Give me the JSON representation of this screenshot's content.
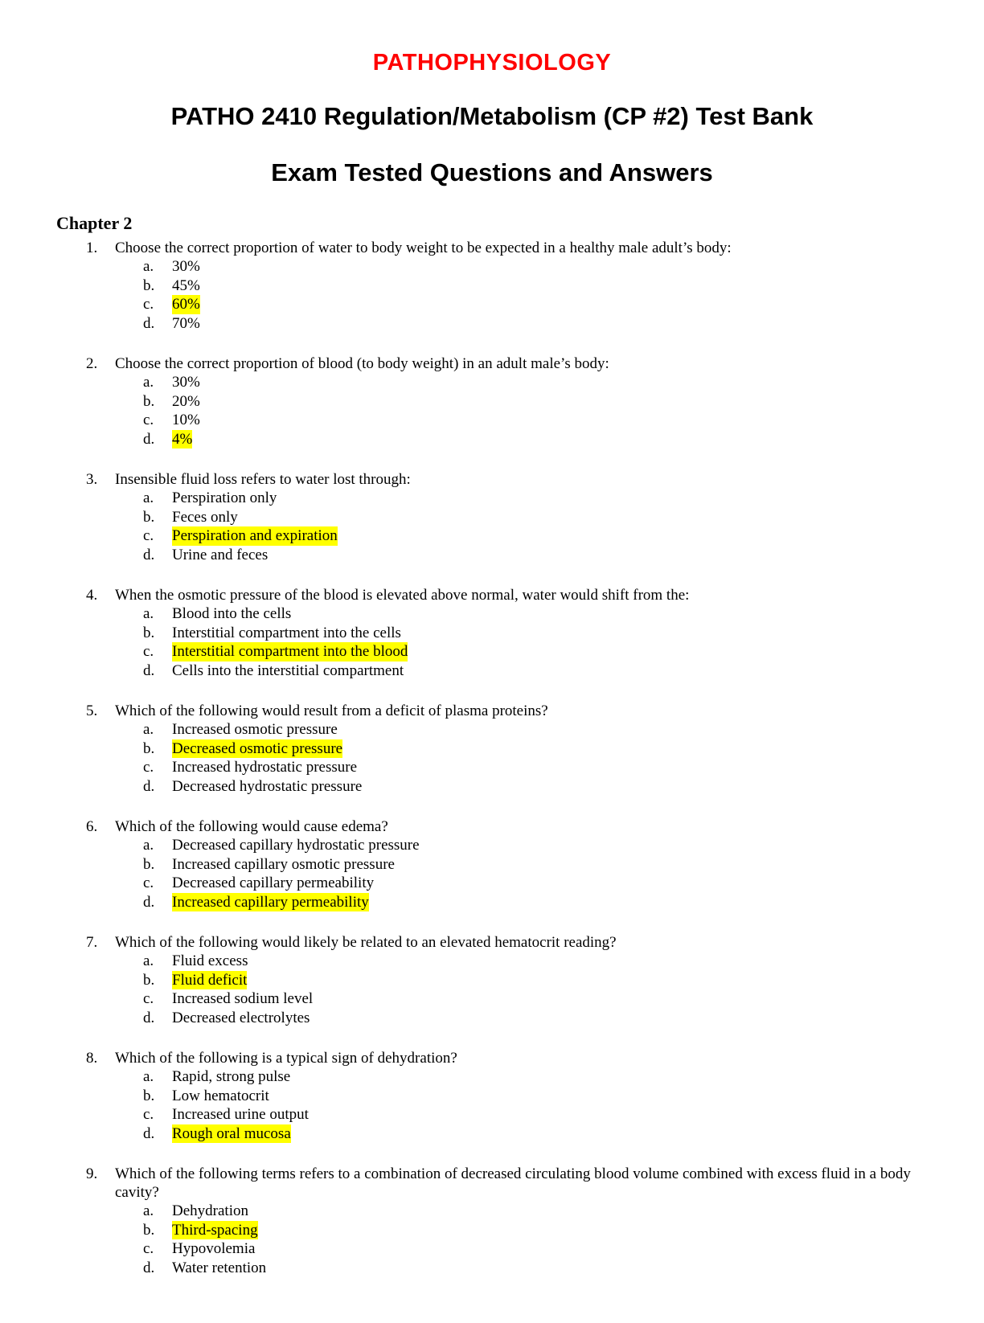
{
  "page": {
    "title_red": "PATHOPHYSIOLOGY",
    "title_main": "PATHO 2410 Regulation/Metabolism (CP #2) Test Bank",
    "title_sub": "Exam Tested Questions and Answers",
    "chapter_heading": "Chapter 2",
    "colors": {
      "title_red": "#FF0000",
      "highlight": "#FFFF00",
      "body_text": "#000000",
      "page_background": "#FFFFFF"
    }
  },
  "questions": [
    {
      "number": "1.",
      "text": "Choose the correct proportion of water to body weight to be expected in a healthy male adult’s body:",
      "options": [
        {
          "letter": "a.",
          "text": "30%",
          "highlighted": false
        },
        {
          "letter": "b.",
          "text": "45%",
          "highlighted": false
        },
        {
          "letter": "c.",
          "text": "60%",
          "highlighted": true
        },
        {
          "letter": "d.",
          "text": "70%",
          "highlighted": false
        }
      ]
    },
    {
      "number": "2.",
      "text": "Choose the correct proportion of blood (to body weight) in an adult male’s body:",
      "options": [
        {
          "letter": "a.",
          "text": "30%",
          "highlighted": false
        },
        {
          "letter": "b.",
          "text": "20%",
          "highlighted": false
        },
        {
          "letter": "c.",
          "text": "10%",
          "highlighted": false
        },
        {
          "letter": "d.",
          "text": "4%",
          "highlighted": true
        }
      ]
    },
    {
      "number": "3.",
      "text": "Insensible fluid loss refers to water lost through:",
      "options": [
        {
          "letter": "a.",
          "text": "Perspiration only",
          "highlighted": false
        },
        {
          "letter": "b.",
          "text": "Feces only",
          "highlighted": false
        },
        {
          "letter": "c.",
          "text": "Perspiration and expiration",
          "highlighted": true
        },
        {
          "letter": "d.",
          "text": "Urine and feces",
          "highlighted": false
        }
      ]
    },
    {
      "number": "4.",
      "text": "When the osmotic pressure of the blood is elevated above normal, water would shift from the:",
      "options": [
        {
          "letter": "a.",
          "text": "Blood into the cells",
          "highlighted": false
        },
        {
          "letter": "b.",
          "text": "Interstitial compartment into the cells",
          "highlighted": false
        },
        {
          "letter": "c.",
          "text": "Interstitial compartment into the blood",
          "highlighted": true
        },
        {
          "letter": "d.",
          "text": "Cells into the interstitial compartment",
          "highlighted": false
        }
      ]
    },
    {
      "number": "5.",
      "text": "Which of the following would result from a deficit of plasma proteins?",
      "options": [
        {
          "letter": "a.",
          "text": "Increased osmotic pressure",
          "highlighted": false
        },
        {
          "letter": "b.",
          "text": "Decreased osmotic pressure",
          "highlighted": true
        },
        {
          "letter": "c.",
          "text": "Increased hydrostatic pressure",
          "highlighted": false
        },
        {
          "letter": "d.",
          "text": "Decreased hydrostatic pressure",
          "highlighted": false
        }
      ]
    },
    {
      "number": "6.",
      "text": "Which of the following would cause edema?",
      "options": [
        {
          "letter": "a.",
          "text": "Decreased capillary hydrostatic pressure",
          "highlighted": false
        },
        {
          "letter": "b.",
          "text": "Increased capillary osmotic pressure",
          "highlighted": false
        },
        {
          "letter": "c.",
          "text": "Decreased capillary permeability",
          "highlighted": false
        },
        {
          "letter": "d.",
          "text": "Increased capillary permeability",
          "highlighted": true
        }
      ]
    },
    {
      "number": "7.",
      "text": "Which of the following would likely be related to an elevated hematocrit reading?",
      "options": [
        {
          "letter": "a.",
          "text": "Fluid excess",
          "highlighted": false
        },
        {
          "letter": "b.",
          "text": "Fluid deficit",
          "highlighted": true
        },
        {
          "letter": "c.",
          "text": "Increased sodium level",
          "highlighted": false
        },
        {
          "letter": "d.",
          "text": "Decreased electrolytes",
          "highlighted": false
        }
      ]
    },
    {
      "number": "8.",
      "text": "Which of the following is a typical sign of dehydration?",
      "options": [
        {
          "letter": "a.",
          "text": "Rapid, strong pulse",
          "highlighted": false
        },
        {
          "letter": "b.",
          "text": "Low hematocrit",
          "highlighted": false
        },
        {
          "letter": "c.",
          "text": "Increased urine output",
          "highlighted": false
        },
        {
          "letter": "d.",
          "text": "Rough oral mucosa",
          "highlighted": true
        }
      ]
    },
    {
      "number": "9.",
      "text": "Which of the following terms refers to a combination of decreased circulating blood volume combined with excess fluid in a body cavity?",
      "options": [
        {
          "letter": "a.",
          "text": "Dehydration",
          "highlighted": false
        },
        {
          "letter": "b.",
          "text": "Third-spacing",
          "highlighted": true
        },
        {
          "letter": "c.",
          "text": "Hypovolemia",
          "highlighted": false
        },
        {
          "letter": "d.",
          "text": "Water retention",
          "highlighted": false
        }
      ]
    }
  ]
}
